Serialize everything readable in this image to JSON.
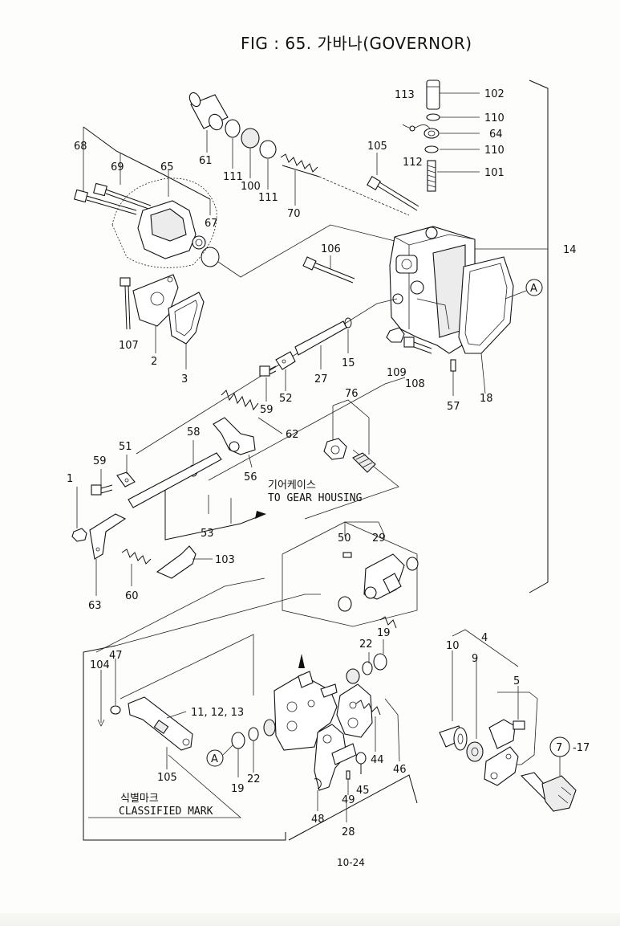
{
  "header": {
    "title": "FIG : 65. 가바나(GOVERNOR)"
  },
  "footer": {
    "page_number": "10-24"
  },
  "notes": {
    "gear_housing_ko": "기어케이스",
    "gear_housing_en": "TO GEAR HOUSING",
    "classified_mark_ko": "식별마크",
    "classified_mark_en": "CLASSIFIED MARK"
  },
  "callouts": {
    "c113": "113",
    "c102": "102",
    "c110a": "110",
    "c64": "64",
    "c110b": "110",
    "c112": "112",
    "c105a": "105",
    "c101": "101",
    "c68": "68",
    "c69": "69",
    "c65": "65",
    "c61": "61",
    "c111a": "111",
    "c100": "100",
    "c111b": "111",
    "c70": "70",
    "c67": "67",
    "c14": "14",
    "c106": "106",
    "cA1": "A",
    "c107": "107",
    "c2": "2",
    "c3": "3",
    "c15": "15",
    "c27": "27",
    "c109": "109",
    "c108": "108",
    "c57": "57",
    "c18": "18",
    "c59a": "59",
    "c52": "52",
    "c76": "76",
    "c62": "62",
    "c58": "58",
    "c51": "51",
    "c59b": "59",
    "c1": "1",
    "c56": "56",
    "c53": "53",
    "c103": "103",
    "c60": "60",
    "c63": "63",
    "c50": "50",
    "c29": "29",
    "c104": "104",
    "c47": "47",
    "c22a": "22",
    "c19a": "19",
    "c10": "10",
    "c4": "4",
    "c9": "9",
    "c5": "5",
    "c11_12_13": "11, 12, 13",
    "cA2": "A",
    "c19b": "19",
    "c22b": "22",
    "c105b": "105",
    "c44": "44",
    "c46": "46",
    "c7": "7",
    "c17": "-17",
    "c45": "45",
    "c49": "49",
    "c48": "48",
    "c28": "28"
  }
}
